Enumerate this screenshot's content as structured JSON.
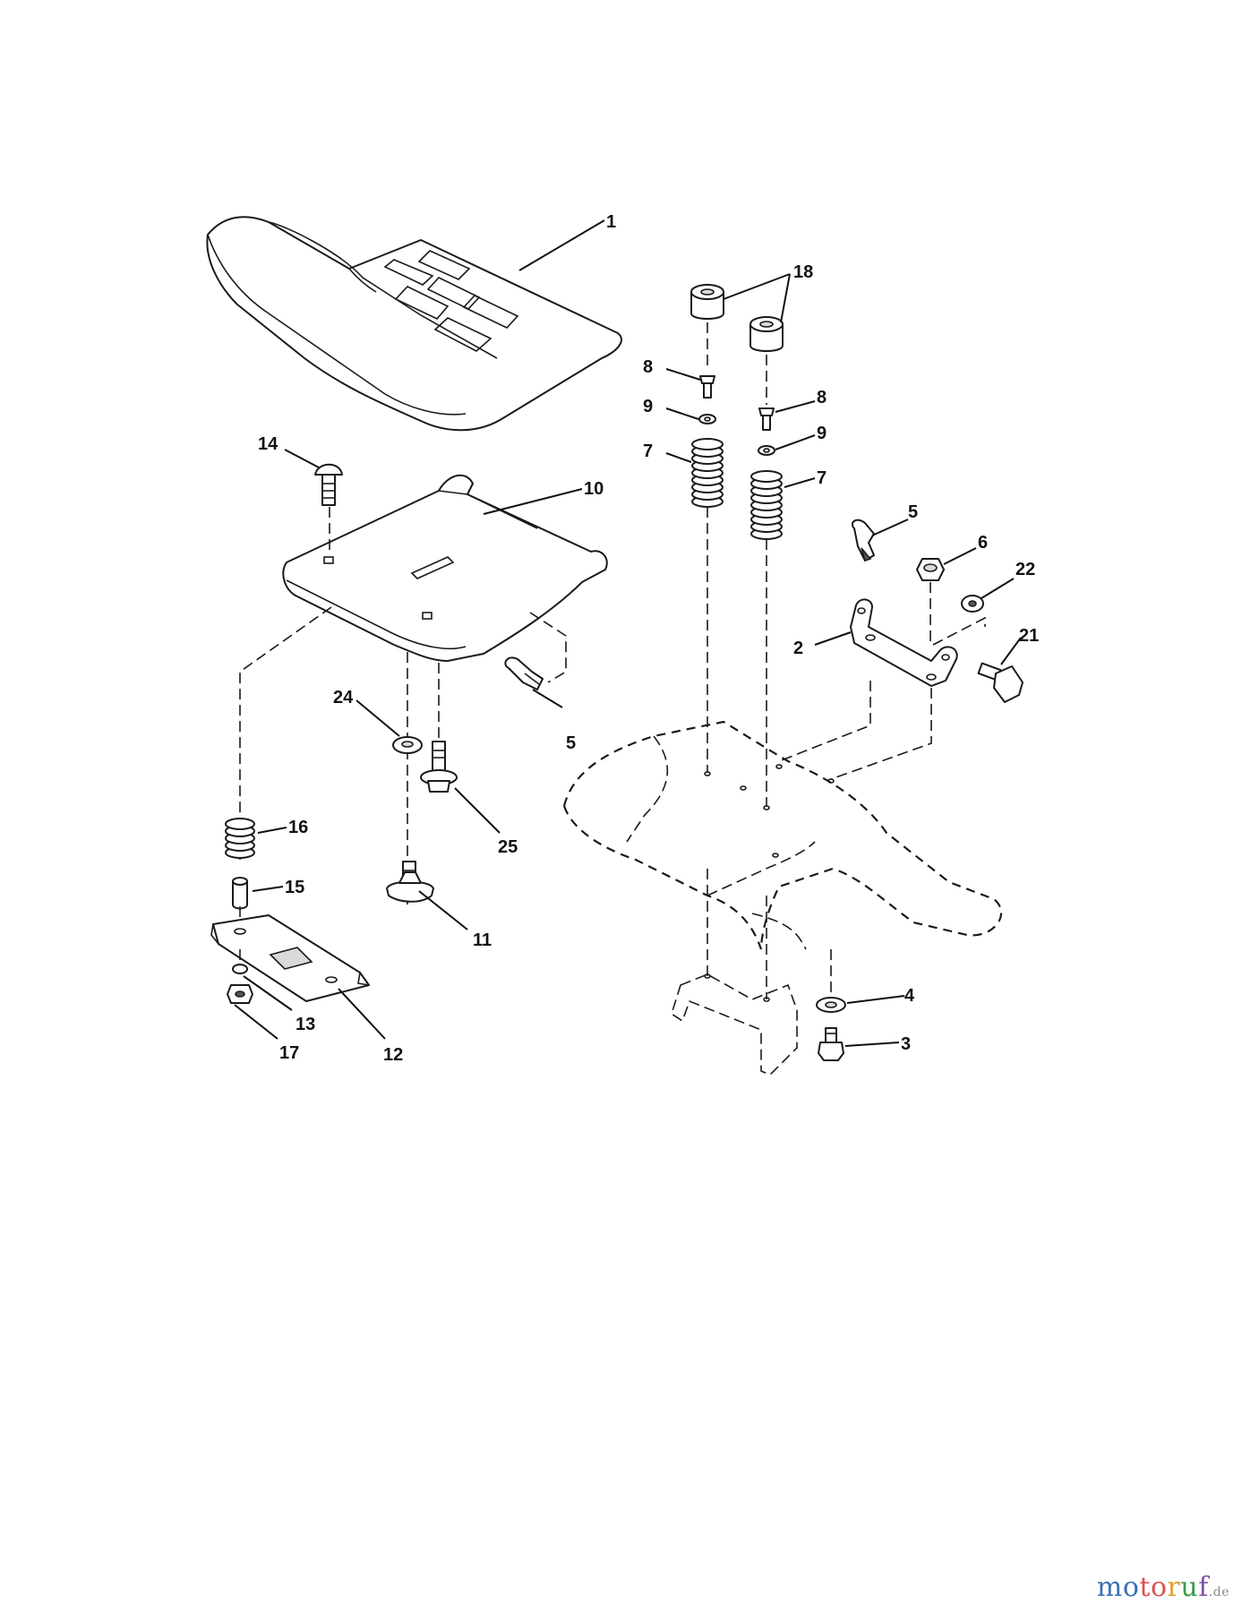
{
  "callouts": {
    "c1": "1",
    "c2": "2",
    "c3": "3",
    "c4": "4",
    "c5a": "5",
    "c5b": "5",
    "c6": "6",
    "c7a": "7",
    "c7b": "7",
    "c8a": "8",
    "c8b": "8",
    "c9a": "9",
    "c9b": "9",
    "c10": "10",
    "c11": "11",
    "c12": "12",
    "c13": "13",
    "c14": "14",
    "c15": "15",
    "c16": "16",
    "c17": "17",
    "c18": "18",
    "c21": "21",
    "c22": "22",
    "c24": "24",
    "c25": "25"
  },
  "watermark": {
    "part1": "mo",
    "part2": "to",
    "part3": "r",
    "part4": "u",
    "part5": "f",
    "suffix": ".de"
  }
}
